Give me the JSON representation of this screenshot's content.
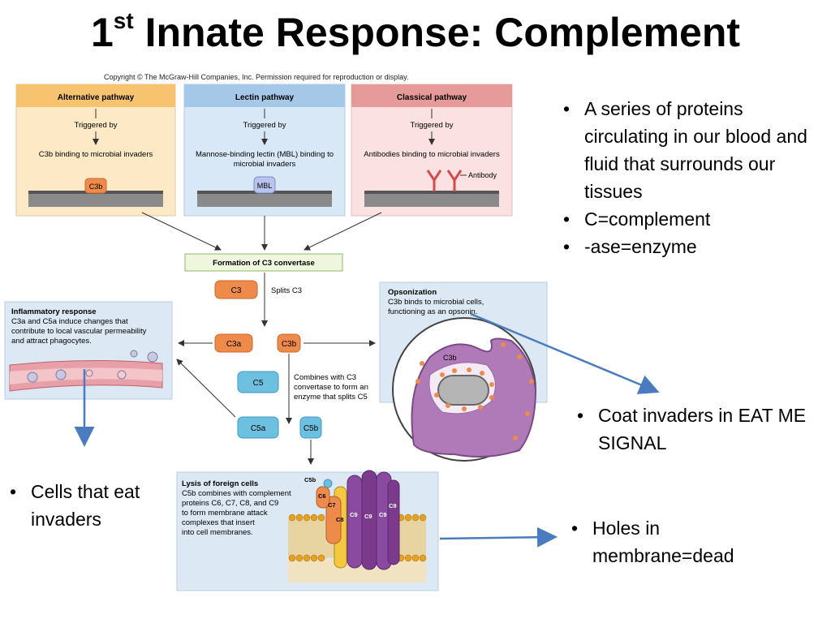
{
  "title": {
    "main": "1",
    "sup": "st",
    "rest": " Innate Response: Complement"
  },
  "copyright": "Copyright © The McGraw-Hill Companies, Inc. Permission required for reproduction or display.",
  "pathways": [
    {
      "name": "Alternative pathway",
      "trigger": "Triggered by",
      "desc1": "C3b binding to microbial invaders",
      "desc2": "",
      "marker": "C3b"
    },
    {
      "name": "Lectin pathway",
      "trigger": "Triggered by",
      "desc1": "Mannose-binding lectin (MBL) binding to",
      "desc2": "microbial invaders",
      "marker": "MBL"
    },
    {
      "name": "Classical pathway",
      "trigger": "Triggered by",
      "desc1": "Antibodies binding to microbial invaders",
      "desc2": "",
      "marker": "Antibody"
    }
  ],
  "flow": {
    "convertase": "Formation of C3 convertase",
    "c3": "C3",
    "splits": "Splits C3",
    "c3a": "C3a",
    "c3b": "C3b",
    "c5": "C5",
    "combines": [
      "Combines with C3",
      "convertase to form an",
      "enzyme that splits C5"
    ],
    "c5a": "C5a",
    "c5b": "C5b"
  },
  "inflammatory": {
    "title": "Inflammatory response",
    "lines": [
      "C3a and C5a induce changes that",
      "contribute to local vascular permeability",
      "and attract phagocytes."
    ]
  },
  "opsonization": {
    "title": "Opsonization",
    "lines": [
      "C3b binds to microbial cells,",
      "functioning as an opsonin."
    ],
    "c3b_label": "C3b"
  },
  "lysis": {
    "title": "Lysis of foreign cells",
    "lines": [
      "C5b combines with complement",
      "proteins C6, C7, C8, and C9",
      "to form membrane attack",
      "complexes that insert",
      "into cell membranes."
    ],
    "proteins": {
      "c5b": "C5b",
      "c6": "C6",
      "c7": "C7",
      "c8": "C8",
      "c9": "C9"
    }
  },
  "bullets_top": [
    "A series of proteins circulating in our blood and fluid that surrounds our tissues",
    "C=complement",
    "-ase=enzyme"
  ],
  "bullet_opson": "Coat invaders in EAT ME SIGNAL",
  "bullet_cells": "Cells that eat invaders",
  "bullet_holes": "Holes in membrane=dead",
  "colors": {
    "alternative": "#fde9c6",
    "alternative_header": "#f8c36e",
    "lectin": "#d9e8f6",
    "lectin_header": "#a6c8e8",
    "classical": "#fbe1e1",
    "classical_header": "#e69a9a",
    "orange_box": "#ee8a4a",
    "blue_box": "#6ec0e0",
    "arrow_blue": "#4a7bc0",
    "mac_purple": "#7b3a8c"
  }
}
